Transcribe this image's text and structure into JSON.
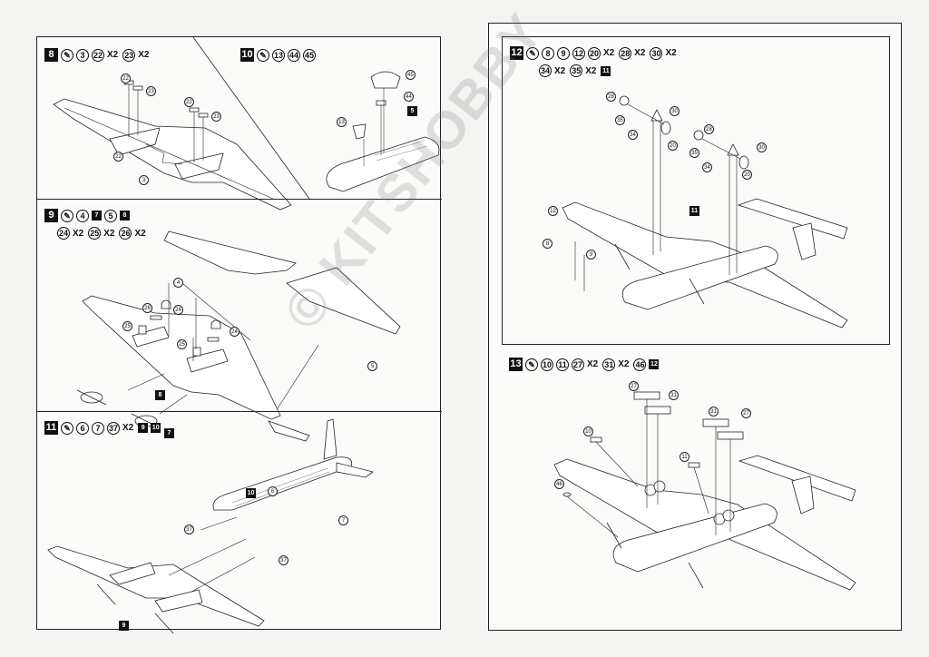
{
  "watermark": "© KITSHOBBY",
  "steps": {
    "s8": {
      "num": "8",
      "glue": "✎",
      "parts": [
        "3",
        "22",
        "23"
      ],
      "qty": "X2"
    },
    "s10": {
      "num": "10",
      "glue": "✎",
      "parts": [
        "13",
        "44",
        "45"
      ],
      "ref": "5"
    },
    "s9": {
      "num": "9",
      "glue": "✎",
      "parts": [
        "4",
        "5",
        "24",
        "25",
        "26"
      ],
      "refs": [
        "7",
        "8"
      ],
      "qty": "X2"
    },
    "s11": {
      "num": "11",
      "glue": "✎",
      "parts": [
        "6",
        "7",
        "37"
      ],
      "refs": [
        "9",
        "10"
      ],
      "qty": "X2"
    },
    "s12": {
      "num": "12",
      "glue": "✎",
      "parts": [
        "8",
        "9",
        "12",
        "20",
        "28",
        "30",
        "34",
        "35"
      ],
      "ref": "11",
      "qty": "X2"
    },
    "s13": {
      "num": "13",
      "glue": "✎",
      "parts": [
        "10",
        "11",
        "27",
        "31",
        "46"
      ],
      "ref": "12",
      "qty": "X2"
    }
  }
}
